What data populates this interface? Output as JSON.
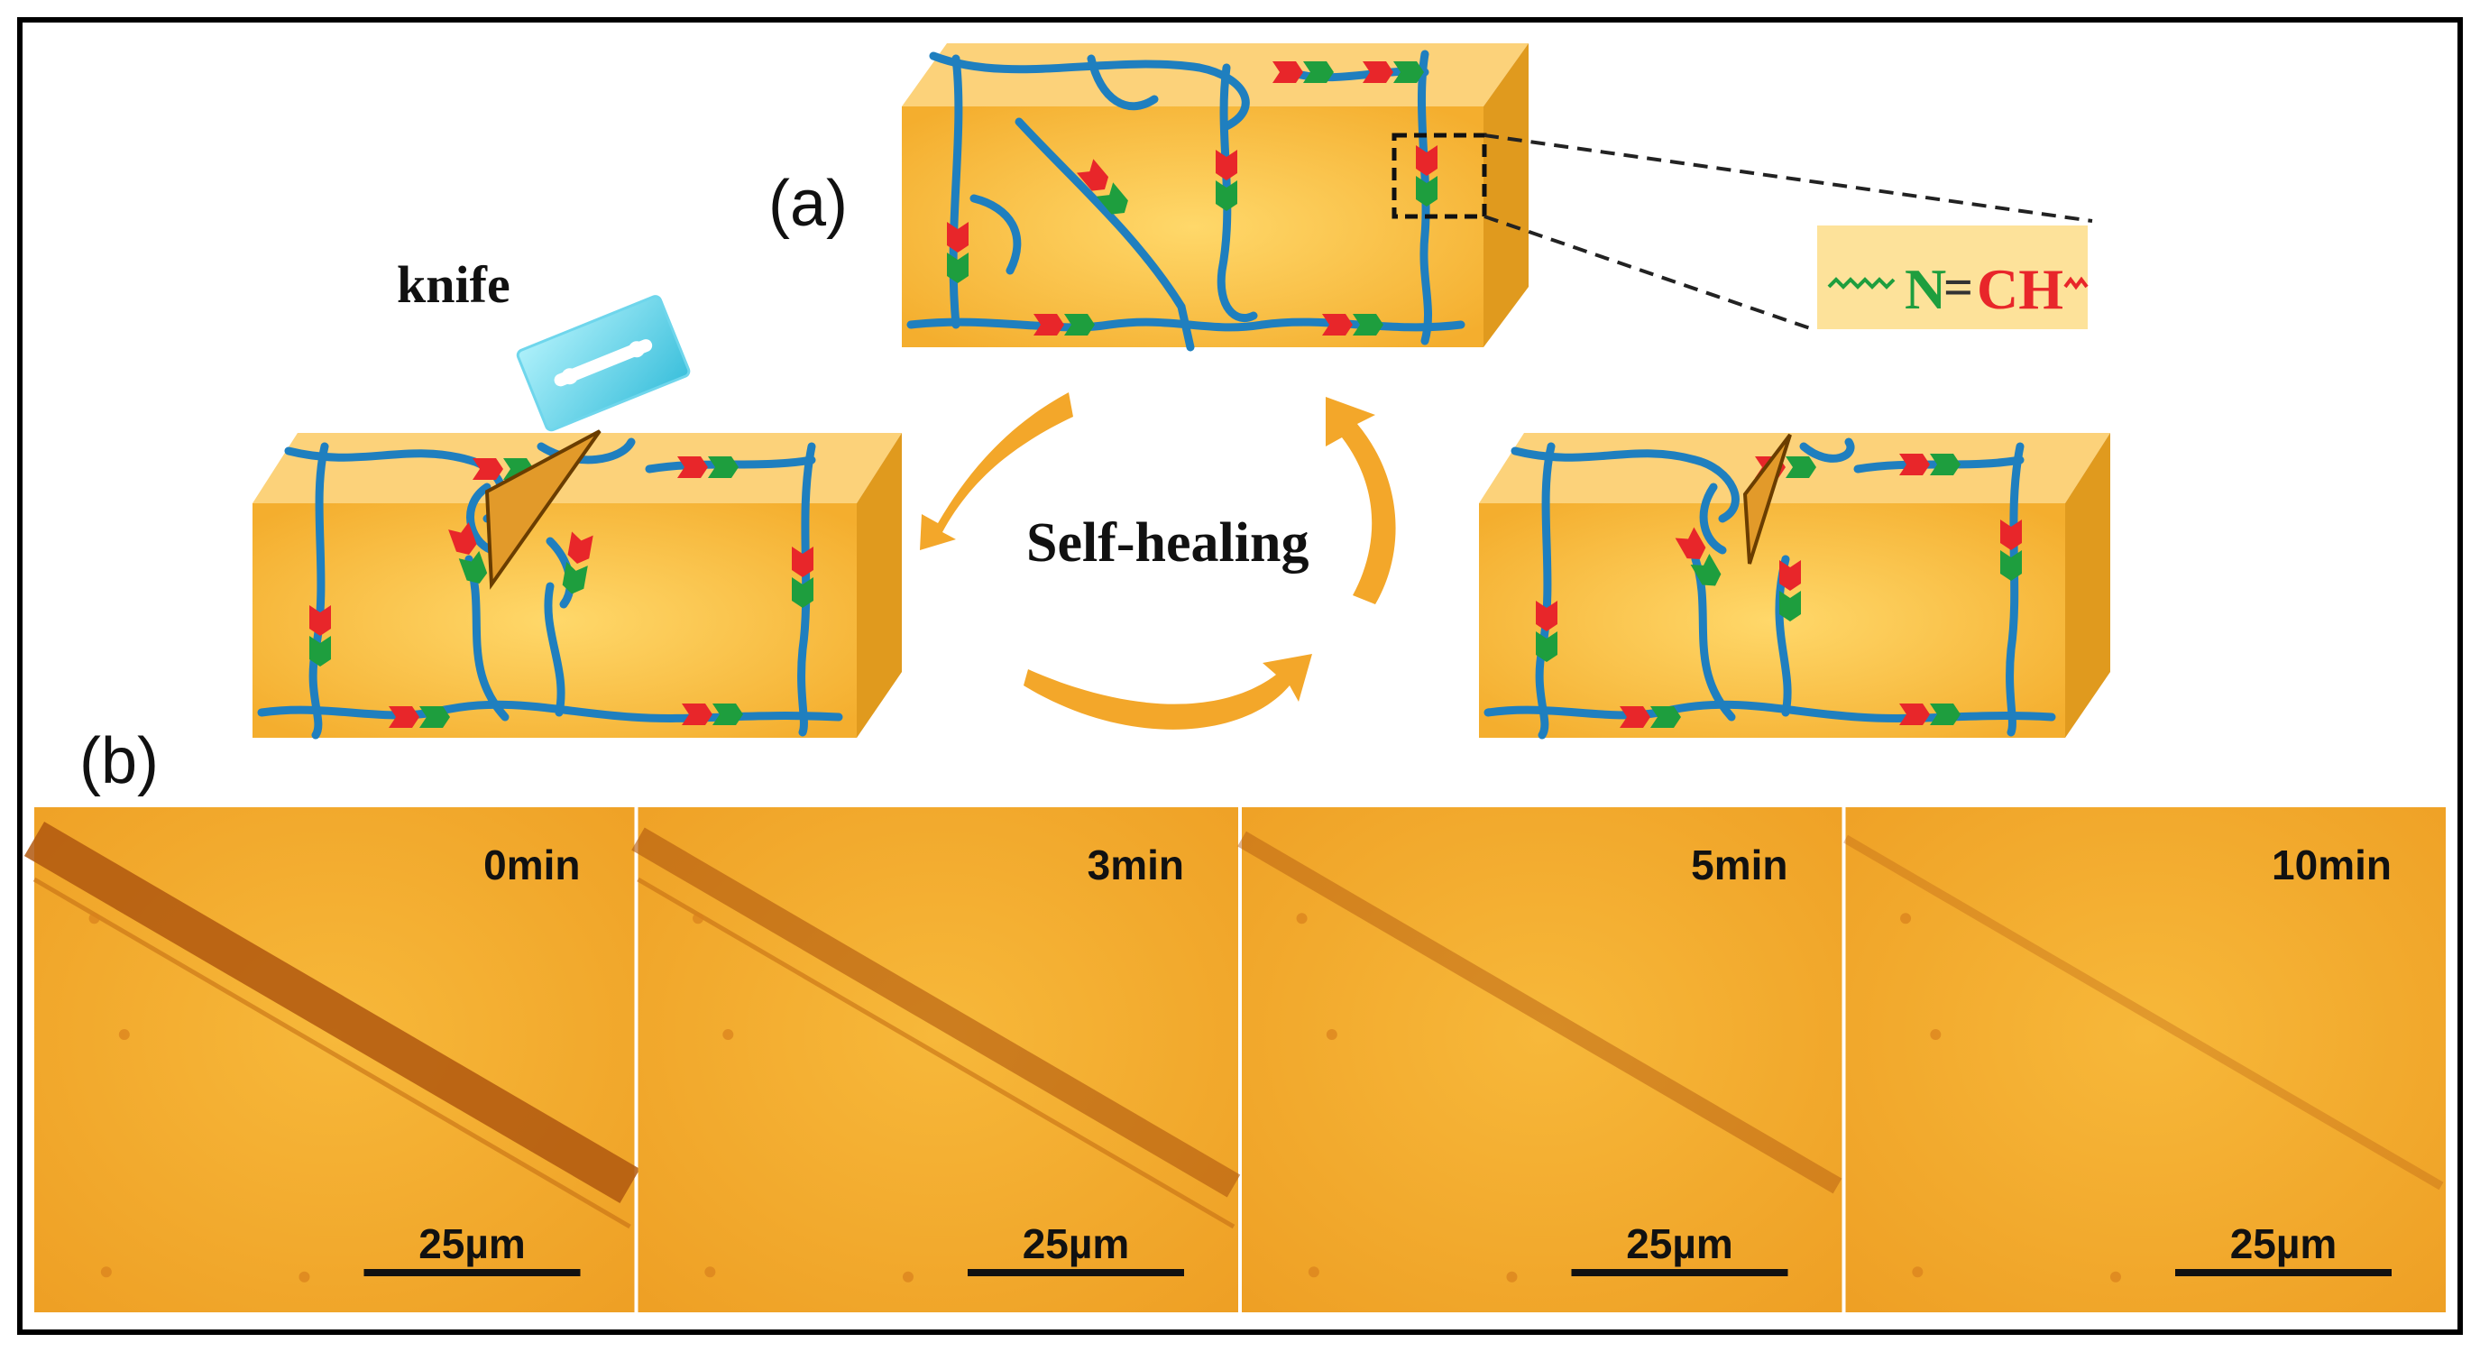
{
  "panel_a": {
    "label": "(a)",
    "knife_label": "knife",
    "center_label": "Self-healing",
    "bond_n": "N",
    "bond_eq": "=",
    "bond_ch": "CH"
  },
  "panel_b": {
    "label": "(b)",
    "micrographs": [
      {
        "time": "0min",
        "scale": "25µm",
        "crack_level": 1.0
      },
      {
        "time": "3min",
        "scale": "25µm",
        "crack_level": 0.6
      },
      {
        "time": "5min",
        "scale": "25µm",
        "crack_level": 0.35
      },
      {
        "time": "10min",
        "scale": "25µm",
        "crack_level": 0.1
      }
    ]
  },
  "colors": {
    "block_front": "#f5b83a",
    "block_top": "#fcd27a",
    "block_side": "#e09a1e",
    "chain": "#1f7fbf",
    "bond_red": "#e8262a",
    "bond_green": "#1e9e3e",
    "arrow": "#f3a72a",
    "micrograph_bg": "#f2a72c"
  }
}
